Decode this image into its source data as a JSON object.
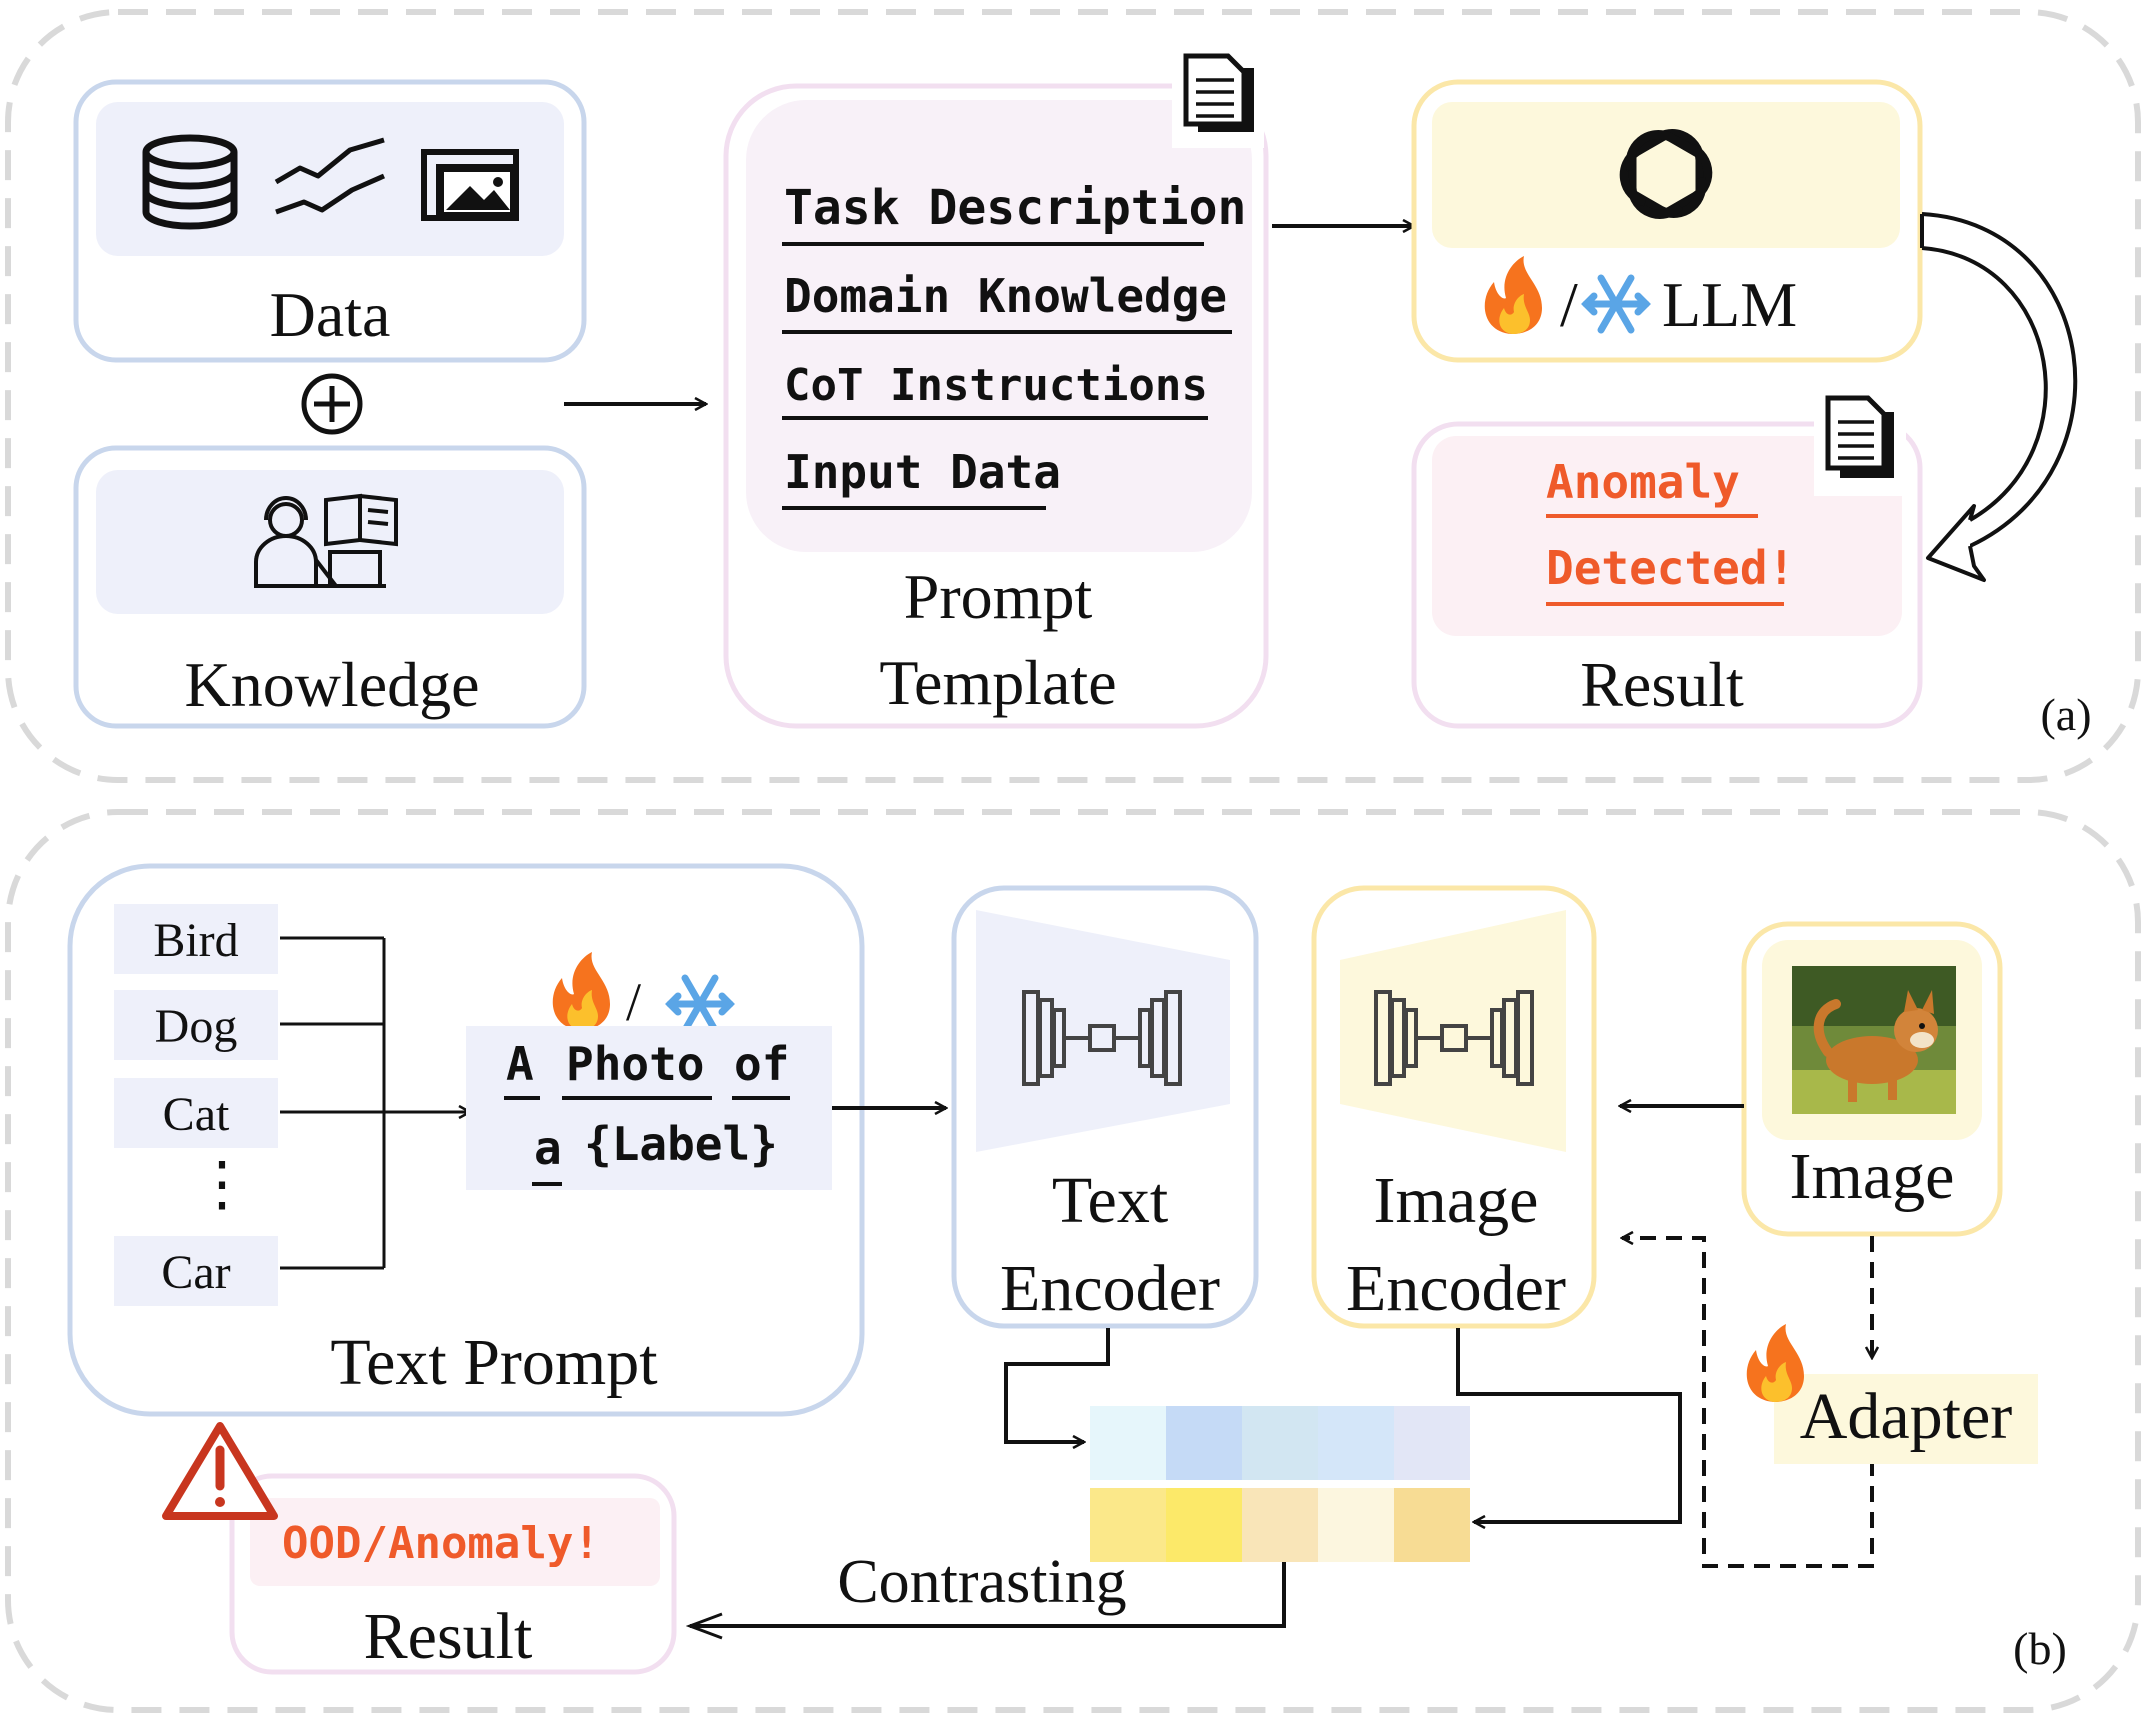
{
  "panel_a": {
    "tag": "(a)",
    "data_box": {
      "label": "Data",
      "icons": [
        "database-icon",
        "line-chart-icon",
        "images-icon"
      ]
    },
    "plus_symbol": "plus-circle-icon",
    "knowledge_box": {
      "label": "Knowledge",
      "icons": [
        "expert-reading-icon"
      ]
    },
    "prompt_template": {
      "label_line1": "Prompt",
      "label_line2": "Template",
      "items": [
        "Task Description",
        "Domain Knowledge",
        "CoT Instructions",
        "Input Data"
      ],
      "icon": "document-icon"
    },
    "llm_box": {
      "label": "/ LLM",
      "icons": [
        "openai-logo-icon",
        "fire-icon",
        "snowflake-icon"
      ]
    },
    "result_box": {
      "label": "Result",
      "text_line1": "Anomaly",
      "text_line2": "Detected!",
      "icon": "document-icon"
    }
  },
  "panel_b": {
    "tag": "(b)",
    "text_prompt": {
      "label": "Text Prompt",
      "classes": [
        "Bird",
        "Dog",
        "Cat",
        "Car"
      ],
      "ellipsis": "⋮",
      "template_line1": [
        "A",
        "Photo",
        "of"
      ],
      "template_line2": [
        "a",
        "{Label}"
      ],
      "slash": "/"
    },
    "text_encoder": {
      "label_line1": "Text",
      "label_line2": "Encoder"
    },
    "image_encoder": {
      "label_line1": "Image",
      "label_line2": "Encoder"
    },
    "image_box": {
      "label": "Image",
      "icon": "corgi-photo"
    },
    "adapter": {
      "label": "Adapter"
    },
    "contrasting_label": "Contrasting",
    "result": {
      "label": "Result",
      "text": "OOD/Anomaly!",
      "icon": "warning-icon"
    },
    "embedding_colors": {
      "text_row": [
        "#e6f6fb",
        "#c5daf6",
        "#d2e6f2",
        "#d4e6f9",
        "#e2e6f6"
      ],
      "image_row": [
        "#fbe88a",
        "#fce969",
        "#f9e5b8",
        "#fcf6df",
        "#f7dc94"
      ]
    }
  },
  "colors": {
    "blue_box_fill": "#eef0fa",
    "blue_border": "#c8d6ec",
    "pink_fill": "#f8f1f8",
    "pink_border": "#f2dff0",
    "yellow_fill": "#fdf8dc",
    "yellow_border": "#fbe7a8",
    "result_text": "#ef5a2a",
    "dashed_border": "#d9d9d9"
  }
}
